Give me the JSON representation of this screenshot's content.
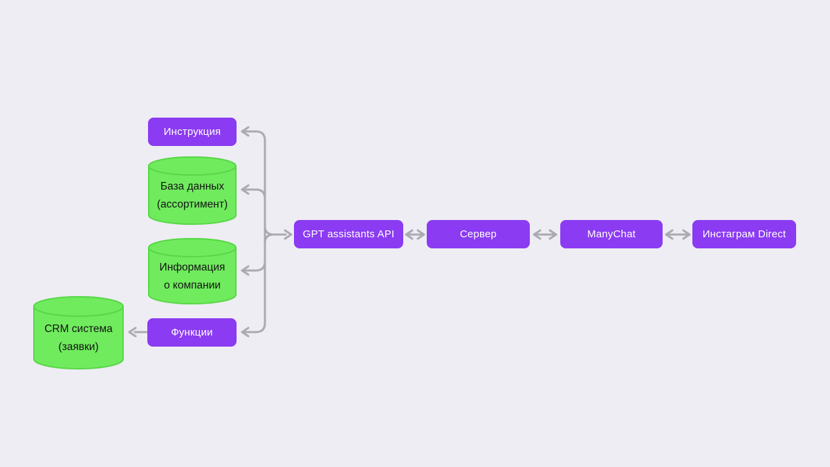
{
  "diagram": {
    "title": "GPT assistant integration flow",
    "colors": {
      "background": "#EEEDF3",
      "node-purple": "#8B3BF2",
      "node-green": "#70EB5E",
      "node-green-border": "#58D747",
      "connector-gray": "#ABAAB2",
      "text-dark": "#141414",
      "text-light": "#FFFFFF"
    },
    "nodes": {
      "instruction": {
        "label": "Инструкция",
        "type": "box"
      },
      "database": {
        "label": "База данных\n(ассортимент)",
        "type": "database-cylinder"
      },
      "company_info": {
        "label": "Информация\nо компании",
        "type": "database-cylinder"
      },
      "functions": {
        "label": "Функции",
        "type": "box"
      },
      "crm": {
        "label": "CRM система\n(заявки)",
        "type": "database-cylinder"
      },
      "gpt_api": {
        "label": "GPT assistants API",
        "type": "box"
      },
      "server": {
        "label": "Сервер",
        "type": "box"
      },
      "manychat": {
        "label": "ManyChat",
        "type": "box"
      },
      "instagram_direct": {
        "label": "Инстаграм Direct",
        "type": "box"
      }
    },
    "connections": [
      {
        "from": "gpt_api",
        "to": "instruction",
        "style": "arrow-to-target"
      },
      {
        "from": "gpt_api",
        "to": "database",
        "style": "arrow-to-target"
      },
      {
        "from": "gpt_api",
        "to": "company_info",
        "style": "arrow-to-target"
      },
      {
        "from": "gpt_api",
        "to": "functions",
        "style": "arrow-to-target"
      },
      {
        "from": "branch-trunk",
        "to": "gpt_api",
        "style": "arrow-to-target"
      },
      {
        "from": "functions",
        "to": "crm",
        "style": "arrow-to-target"
      },
      {
        "from": "gpt_api",
        "to": "server",
        "style": "bidirectional"
      },
      {
        "from": "server",
        "to": "manychat",
        "style": "bidirectional"
      },
      {
        "from": "manychat",
        "to": "instagram_direct",
        "style": "bidirectional"
      }
    ]
  }
}
